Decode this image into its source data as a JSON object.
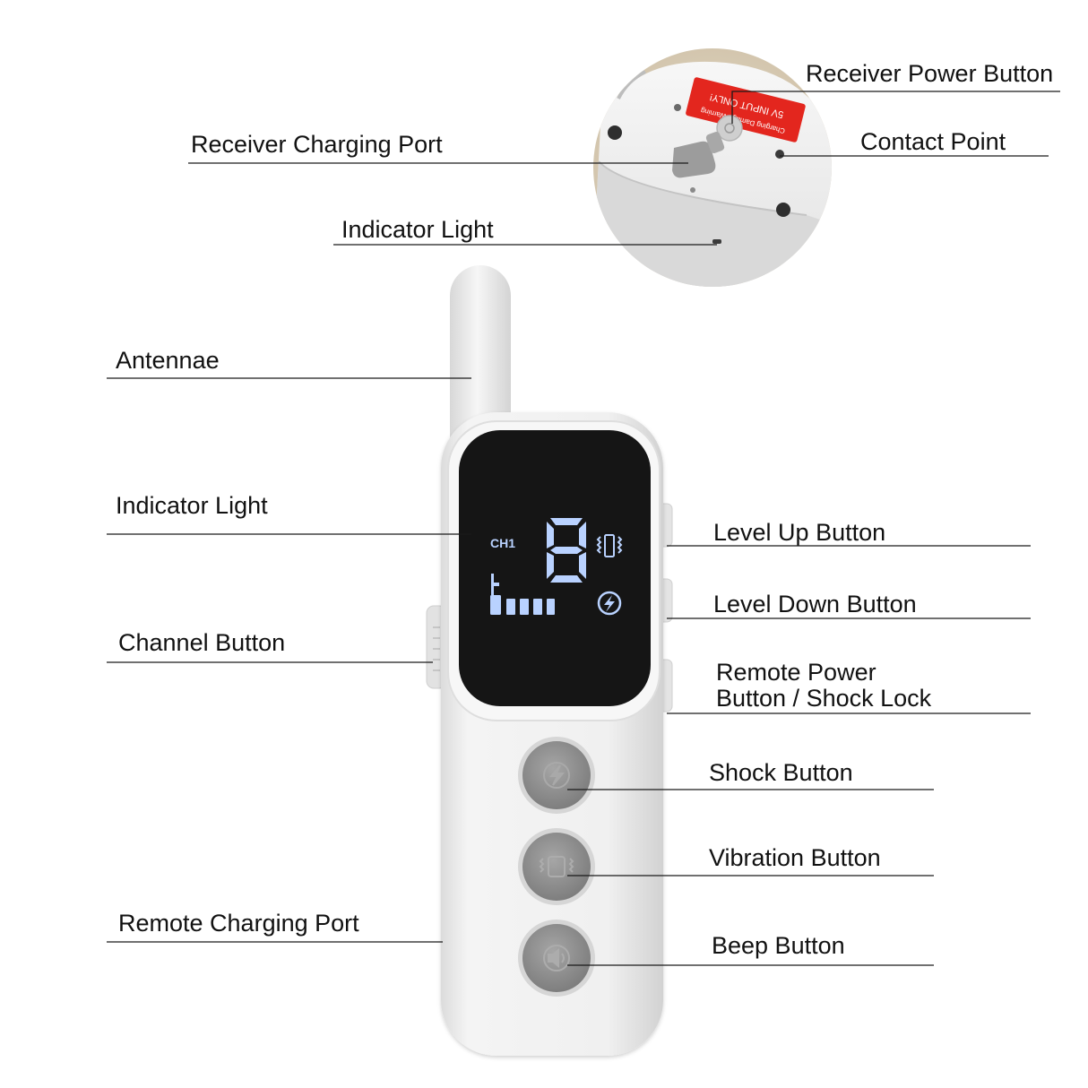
{
  "labels": {
    "receiver_power_button": "Receiver Power Button",
    "receiver_charging_port": "Receiver Charging Port",
    "contact_point": "Contact Point",
    "indicator_light_receiver": "Indicator Light",
    "antennae": "Antennae",
    "indicator_light_remote": "Indicator Light",
    "level_up_button": "Level Up Button",
    "level_down_button": "Level Down Button",
    "remote_power_line1": "Remote Power",
    "remote_power_line2": "Button / Shock Lock",
    "channel_button": "Channel Button",
    "shock_button": "Shock Button",
    "vibration_button": "Vibration Button",
    "remote_charging_port": "Remote Charging Port",
    "beep_button": "Beep Button"
  },
  "display": {
    "channel_text": "CH1",
    "digit": "8",
    "signal_bars": 4
  },
  "receiver_sticker": {
    "line1": "5V INPUT ONLY!",
    "line2": "Charging Damage Warning"
  },
  "icons": {
    "shock_button_icon": "lightning-circle-icon",
    "vibration_button_icon": "vibration-icon",
    "beep_button_icon": "speaker-icon",
    "display_vibration_icon": "vibration-icon",
    "display_shock_icon": "lightning-circle-icon",
    "display_signal_icon": "antenna-signal-icon"
  },
  "colors": {
    "body": "#ececec",
    "screen": "#151515",
    "lcd": "#b9d2ff",
    "button": "#8e8e8e",
    "sticker": "#e3261e",
    "line": "#1a1a1a"
  }
}
